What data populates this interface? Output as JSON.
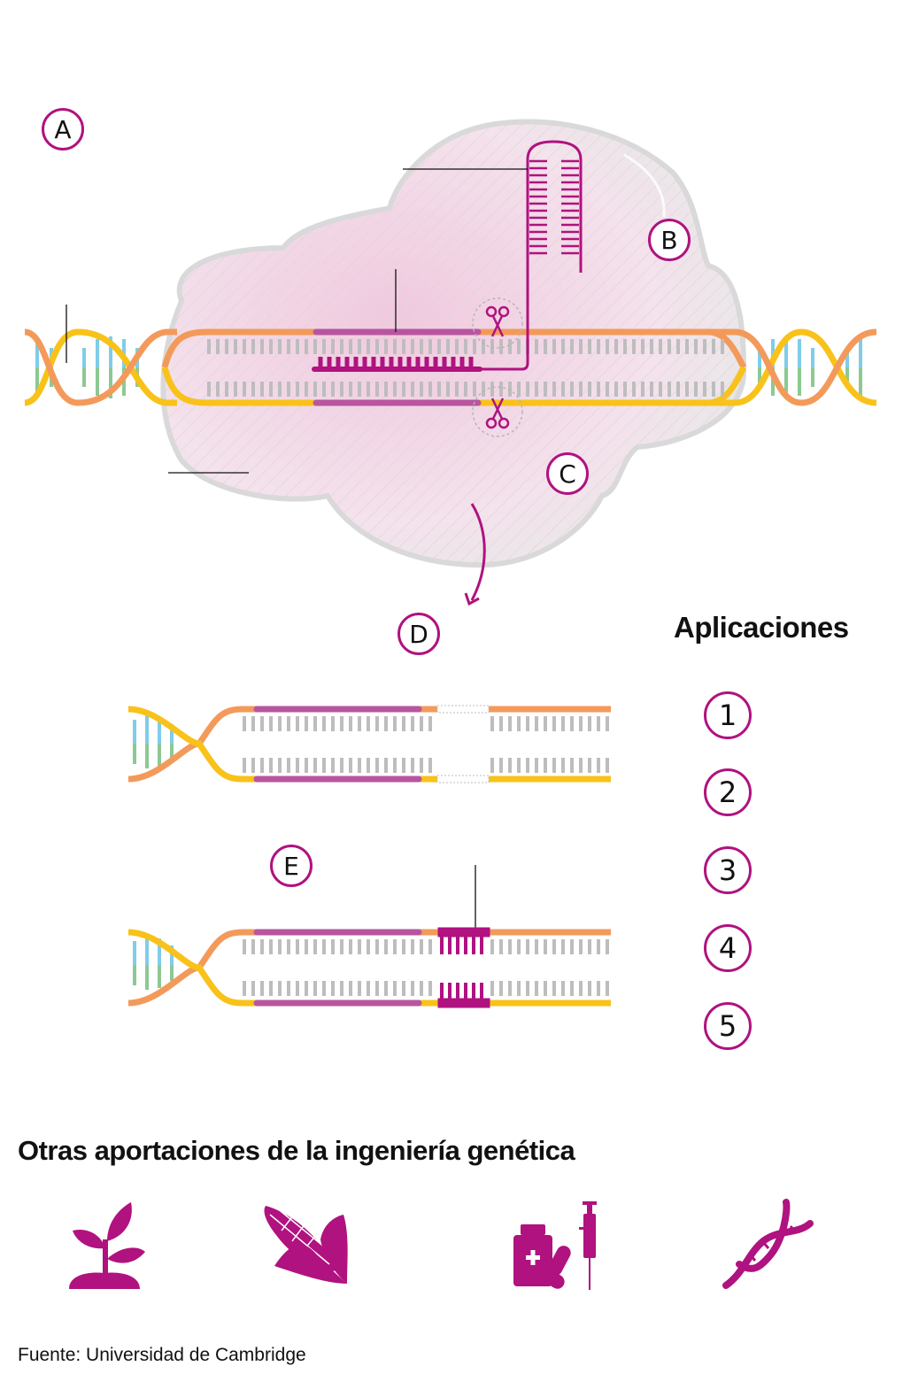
{
  "diagram": {
    "labels": {
      "a": "A",
      "b": "B",
      "c": "C",
      "d": "D",
      "e": "E"
    },
    "applications_title": "Aplicaciones",
    "applications": [
      "1",
      "2",
      "3",
      "4",
      "5"
    ],
    "other_title": "Otras aportaciones de la ingeniería genética",
    "other_icons": [
      "plant-icon",
      "corn-icon",
      "medicine-icon",
      "dna-icon"
    ],
    "source": "Fuente: Universidad de Cambridge"
  },
  "colors": {
    "accent": "#b0127f",
    "strand_orange": "#f39a5b",
    "strand_yellow": "#f8c21a",
    "guide_rna": "#b8559f",
    "base_gray": "#bdbdbd",
    "base_blue": "#7fcde8",
    "base_green": "#8cc992",
    "protein_fill": "#f3dbe9"
  }
}
